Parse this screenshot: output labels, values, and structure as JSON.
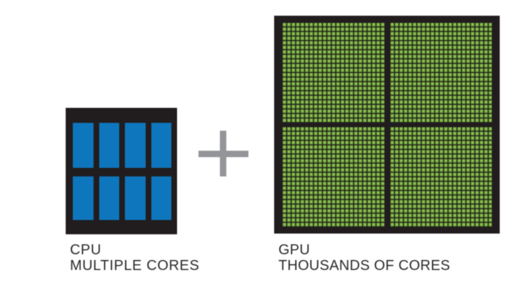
{
  "figure": {
    "cpu": {
      "title": "CPU",
      "subtitle": "MULTIPLE CORES",
      "core_grid": {
        "rows": 2,
        "columns": 4
      }
    },
    "plus_icon": "+",
    "gpu": {
      "title": "GPU",
      "subtitle": "THOUSANDS OF CORES",
      "core_grid": {
        "quadrant_rows": 2,
        "quadrant_columns": 2,
        "rows_per_quadrant": 22,
        "columns_per_quadrant": 23
      }
    }
  },
  "colors": {
    "bg": "#ffffff",
    "frame_black": "#211d1e",
    "cpu_core_blue": "#0e76bd",
    "gpu_cell_light": "#9cc75d",
    "gpu_cell_mid": "#76ad40",
    "gpu_cell_dark": "#4c7b27",
    "plus_gray": "#939598",
    "text_dark": "#2b2829"
  }
}
